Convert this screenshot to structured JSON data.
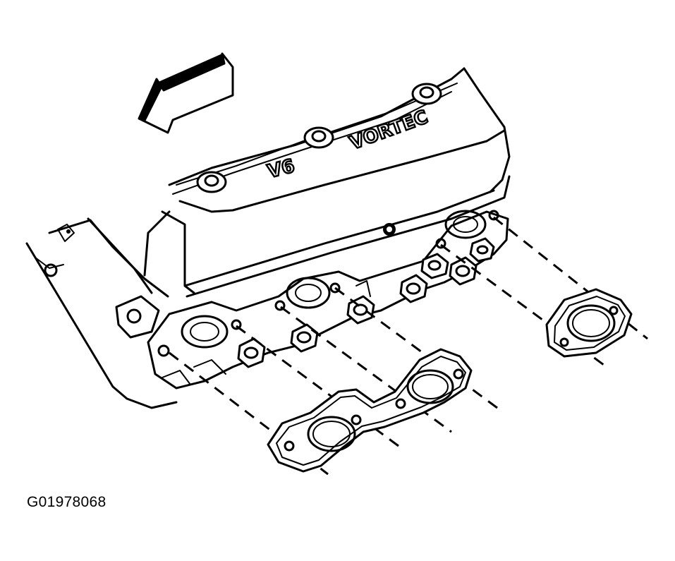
{
  "figure": {
    "id_label": "G01978068",
    "cover_text_1": "V6",
    "cover_text_2": "VORTEC"
  },
  "colors": {
    "ink": "#000000",
    "paper": "#ffffff"
  },
  "icons": [
    "direction-arrow-icon",
    "bolt-icon"
  ]
}
